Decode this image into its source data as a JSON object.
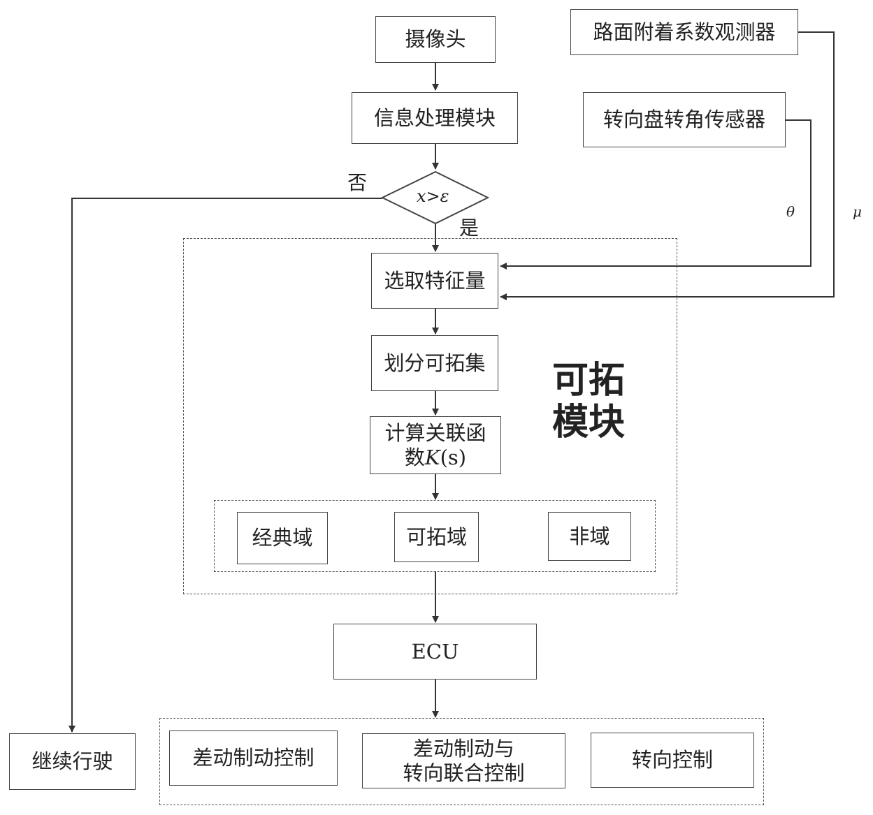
{
  "nodes": {
    "camera": "摄像头",
    "info_processing": "信息处理模块",
    "decision": {
      "lhs": "x",
      "op": ">",
      "rhs": "ε"
    },
    "select_features": "选取特征量",
    "partition_extension_set": "划分可拓集",
    "correlation_function": {
      "line1": "计算关联函",
      "line2_prefix": "数",
      "symbol": "K",
      "arg": "(s)"
    },
    "classic_domain": "经典域",
    "extension_domain": "可拓域",
    "non_domain": "非域",
    "ecu": "ECU",
    "differential_braking": "差动制动控制",
    "combined_control": {
      "line1": "差动制动与",
      "line2": "转向联合控制"
    },
    "steering_control": "转向控制",
    "continue_driving": "继续行驶",
    "road_adhesion_observer": "路面附着系数观测器",
    "steering_angle_sensor": "转向盘转角传感器"
  },
  "labels": {
    "no": "否",
    "yes": "是",
    "theta": "θ",
    "mu": "μ"
  },
  "module_title": {
    "line1": "可拓",
    "line2": "模块"
  }
}
